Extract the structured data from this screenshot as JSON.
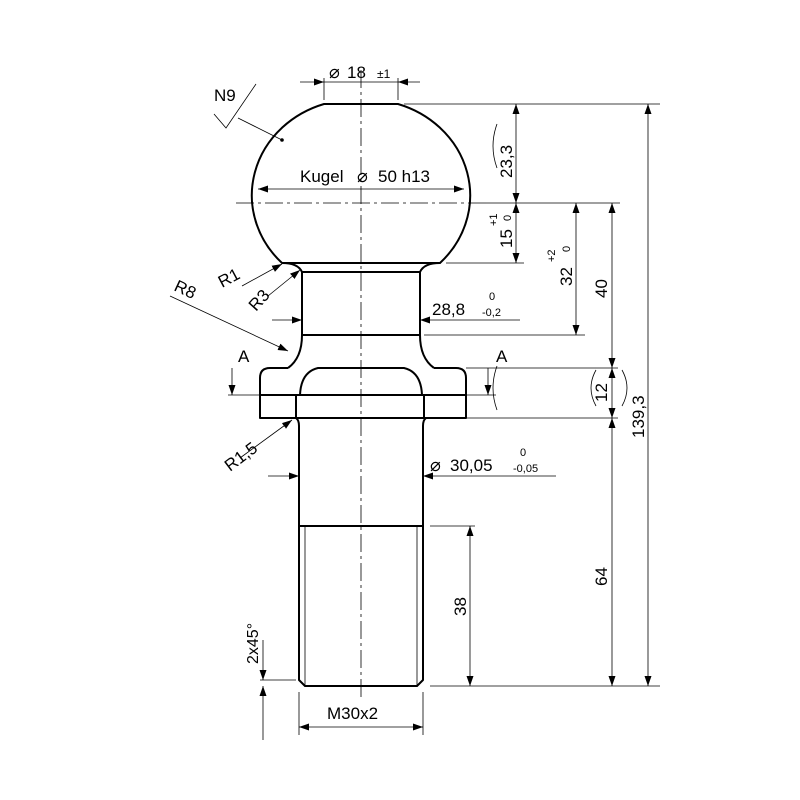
{
  "drawing": {
    "surface_finish": "N9",
    "dimensions": {
      "top_diameter": {
        "symbol": "⌀",
        "value": "18",
        "tolerance": "±1"
      },
      "ball": {
        "prefix": "Kugel",
        "symbol": "⌀",
        "value": "50 h13"
      },
      "ball_height": "23,3",
      "neck_height": {
        "value": "15",
        "tol_upper": "+1",
        "tol_lower": "0"
      },
      "to_collar": {
        "value": "32",
        "tol_upper": "+2",
        "tol_lower": "0"
      },
      "to_flange": "40",
      "total_length": "139,3",
      "neck_diameter": {
        "value": "28,8",
        "tol_upper": "0",
        "tol_lower": "-0,2"
      },
      "flange_height": "12",
      "shank_diameter": {
        "symbol": "⌀",
        "value": "30,05",
        "tol_upper": "0",
        "tol_lower": "-0,05"
      },
      "shank_length": "64",
      "thread_length": "38",
      "chamfer": "2x45°",
      "thread": "M30x2",
      "radius_1": "R1",
      "radius_3": "R3",
      "radius_8": "R8",
      "radius_1_5": "R1,5"
    },
    "section": {
      "left": "A",
      "right": "A"
    }
  }
}
